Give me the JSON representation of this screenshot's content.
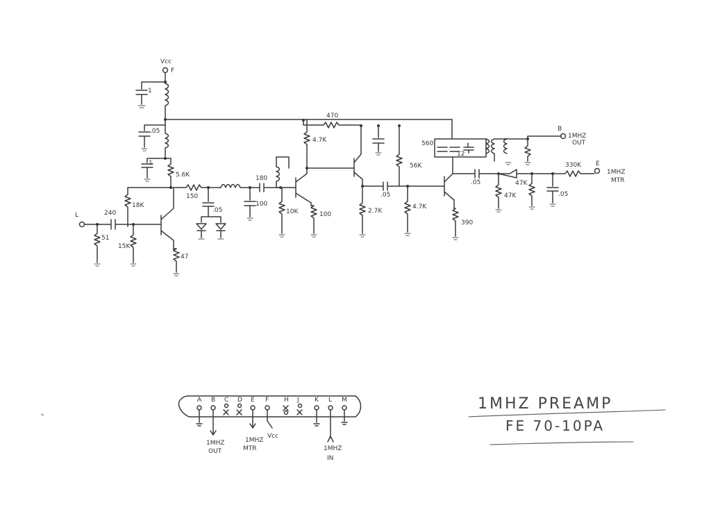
{
  "schematic": {
    "vcc_label": "Vcc",
    "node_f": "F",
    "node_l": "L",
    "node_b": "B",
    "node_e": "E",
    "out_label_1": "1MHZ",
    "out_label_2": "OUT",
    "mtr_label_1": "1MHZ",
    "mtr_label_2": "MTR",
    "components": {
      "c_top": "1",
      "c_05a": ".05",
      "c_1b": "1",
      "r_5_6k": "5.6K",
      "r_18k": "18K",
      "c_240": "240",
      "r_51": "51",
      "r_15k": "15K",
      "r_47": "47",
      "r_150": "150",
      "c_05b": ".05",
      "c_180": "180",
      "c_100": "100",
      "r_10k": "10K",
      "r_100": "100",
      "r_4_7k_a": "4.7K",
      "r_470": "470",
      "r_2_7k": "2.7K",
      "c_05c": ".05",
      "r_56k": "56K",
      "r_4_7k_b": "4.7K",
      "r_390": "390",
      "c_560": "560",
      "c_12": "12",
      "c_05d": ".05",
      "r_47k_a": "47K",
      "r_47k_b": "47K",
      "r_330k": "330K",
      "c_05e": ".05"
    }
  },
  "connector": {
    "pins": [
      "A",
      "B",
      "C",
      "D",
      "E",
      "F",
      "H",
      "J",
      "K",
      "L",
      "M"
    ],
    "label_b_1": "1MHZ",
    "label_b_2": "OUT",
    "label_e_1": "1MHZ",
    "label_e_2": "MTR",
    "label_f": "Vcc",
    "label_l_1": "1MHZ",
    "label_l_2": "IN"
  },
  "title": {
    "line1": "1MHZ PREAMP",
    "line2": "FE 70-10PA"
  }
}
